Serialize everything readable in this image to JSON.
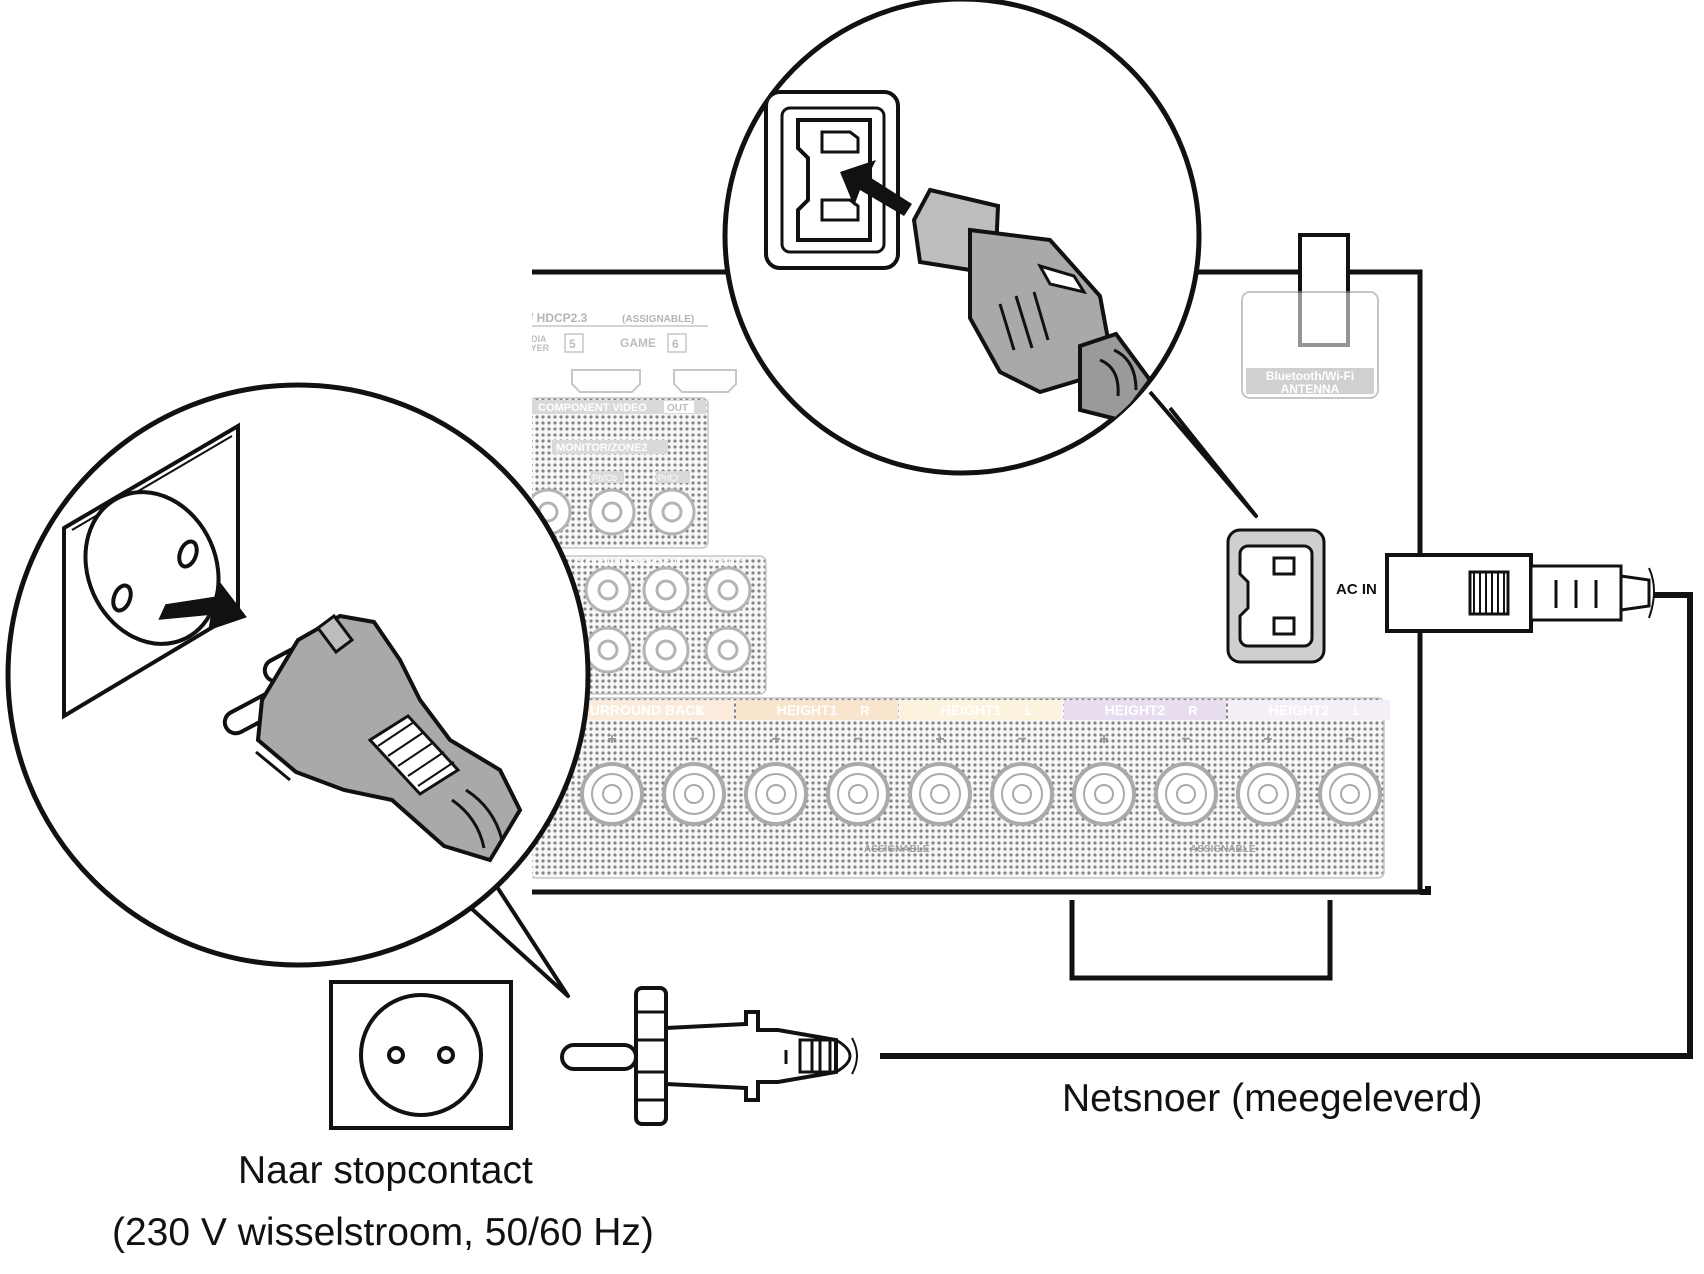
{
  "receiver": {
    "hdmi_header": "/ HDCP2.3",
    "assignable_tag": "(ASSIGNABLE)",
    "media_player": "EDIA\nAYER",
    "port5": "5",
    "game": "GAME",
    "port6": "6",
    "component_video": "COMPONENT VIDEO",
    "out_tag": "OUT",
    "monitor_zone2": "MONITOR/ZONE2",
    "pb_cb": "Pb/Cb",
    "pr_cr": "Pr/Cr",
    "preout_labels": [
      "UND",
      "SURROUND BACK",
      "HEIGHT1",
      "HEIGHT2"
    ],
    "antenna_label_1": "Bluetooth/Wi-Fi",
    "antenna_label_2": "ANTENNA",
    "ac_in": "AC IN",
    "speaker_labels": [
      {
        "text": "SURROUND BACK",
        "side": "L",
        "color": "#f6dcc0"
      },
      {
        "text": "HEIGHT1",
        "side": "R",
        "color": "#f5cfa6"
      },
      {
        "text": "HEIGHT1",
        "side": "L",
        "color": "#fbebc4"
      },
      {
        "text": "HEIGHT2",
        "side": "R",
        "color": "#d7c1e3"
      },
      {
        "text": "HEIGHT2",
        "side": "L",
        "color": "#ece2f1"
      }
    ],
    "speaker_plus": "+",
    "speaker_minus": "−",
    "assignable_small": "ASSIGNABLE"
  },
  "captions": {
    "cord": "Netsnoer (meegeleverd)",
    "outlet_line1": "Naar stopcontact",
    "outlet_line2": "(230 V wisselstroom, 50/60 Hz)"
  }
}
